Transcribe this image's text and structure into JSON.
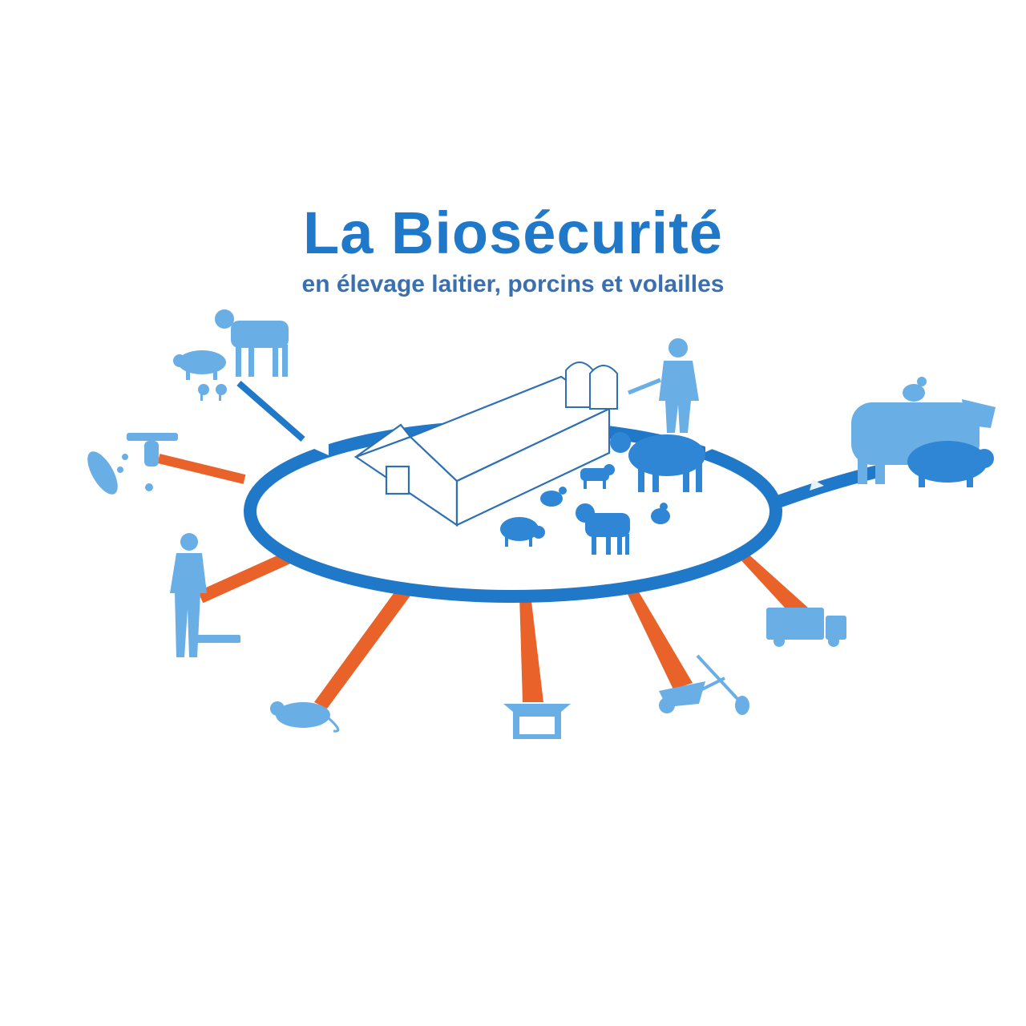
{
  "header": {
    "title": "La Biosécurité",
    "subtitle": "en élevage laitier, porcins et volailles"
  },
  "colors": {
    "title": "#1f78c8",
    "subtitle": "#3a6fb0",
    "ring": "#1f78c8",
    "risk_arrow": "#e8622a",
    "icon_light": "#6aaee6",
    "icon_dark": "#2f86d4"
  },
  "diagram": {
    "center": "farm-buildings-with-animals",
    "outgoing_flows": [
      "animals-leaving"
    ],
    "incoming_risks": [
      "animals-entering",
      "feed-and-water",
      "visitors",
      "rodents",
      "containers",
      "tools-and-manure",
      "vehicles"
    ],
    "icons": [
      "calf-icon",
      "pig-icon",
      "chicken-icon",
      "water-tap-icon",
      "corn-icon",
      "person-icon",
      "rat-icon",
      "container-icon",
      "wheelbarrow-icon",
      "shovel-icon",
      "truck-icon",
      "cow-icon",
      "farmer-icon",
      "barn-icon",
      "silo-icon"
    ]
  }
}
